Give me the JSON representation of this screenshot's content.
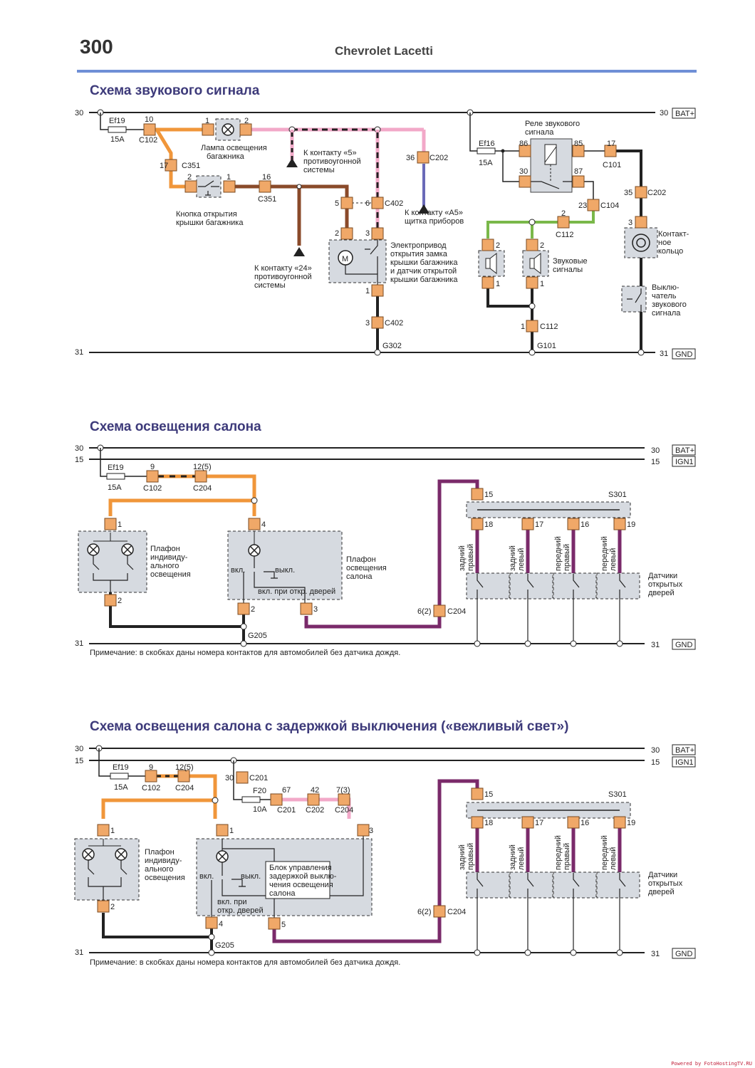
{
  "page": {
    "page_number": "300",
    "book_title": "Chevrolet Lacetti",
    "footer": "Powered by FotoHostingTV.RU"
  },
  "colors": {
    "rule": "#6f8fd6",
    "title": "#3d3a7a",
    "wire_orange": "#f0963a",
    "wire_brown": "#8a4a2a",
    "wire_pink": "#f2a8c8",
    "wire_blue": "#6a6ab8",
    "wire_green": "#7ab84a",
    "wire_black": "#222222",
    "wire_violet": "#7a2a6a",
    "connector": "#f0a868",
    "component_fill": "#d6dae0"
  },
  "rails": {
    "r30": "30",
    "r15": "15",
    "r31": "31",
    "bat": "BAT+",
    "ign": "IGN1",
    "gnd": "GND"
  },
  "horn": {
    "title": "Схема звукового сигнала",
    "ef19": "Ef19",
    "ef19_rating": "15A",
    "c102_pin": "10",
    "c102": "C102",
    "lamp_pin1": "1",
    "lamp_pin2": "2",
    "lamp_label": [
      "Лампа освещения",
      "багажника"
    ],
    "c351_pin17": "17",
    "c351": "C351",
    "btn_pin2": "2",
    "btn_pin1": "1",
    "btn_label": [
      "Кнопка открытия",
      "крышки багажника"
    ],
    "c351_pin16": "16",
    "anti_theft5": [
      "К контакту «5»",
      "противоугонной",
      "системы"
    ],
    "anti_theft24": [
      "К контакту «24»",
      "противоугонной",
      "системы"
    ],
    "c202_pin36": "36",
    "c202": "C202",
    "a5": [
      "К контакту «А5»",
      "щитка приборов"
    ],
    "c402": "C402",
    "c402_pin5": "5",
    "c402_pin6": "6",
    "c402_pin3": "3",
    "act_pin2": "2",
    "act_pin3": "3",
    "act_pin1": "1",
    "motor": "M",
    "act_label": [
      "Электропривод",
      "открытия замка",
      "крышки багажника",
      "и датчик открытой",
      "крышки багажника"
    ],
    "g302": "G302",
    "relay_label": [
      "Реле звукового",
      "сигнала"
    ],
    "ef16": "Ef16",
    "ef16_rating": "15A",
    "r86": "86",
    "r85": "85",
    "r30": "30",
    "r87": "87",
    "c101_pin": "17",
    "c101": "C101",
    "c202_pin35": "35",
    "c104_pin": "23",
    "c104": "C104",
    "c112_pin2": "2",
    "c112": "C112",
    "c112_pin1": "1",
    "spk_pin2": "2",
    "spk_pin1": "1",
    "speakers_label": [
      "Звуковые",
      "сигналы"
    ],
    "ring_pin": "3",
    "ring_label": [
      "Контакт-",
      "ное",
      "кольцо"
    ],
    "horn_switch_label": [
      "Выклю-",
      "чатель",
      "звукового",
      "сигнала"
    ],
    "g101": "G101"
  },
  "interior": {
    "title": "Схема освещения салона",
    "ef19": "Ef19",
    "ef19_rating": "15A",
    "c102_pin": "9",
    "c102": "C102",
    "c204_pin": "12(5)",
    "c204": "C204",
    "indiv_pin1": "1",
    "indiv_pin2": "2",
    "indiv_label": [
      "Плафон",
      "индивиду-",
      "ального",
      "освещения"
    ],
    "dome_pin4": "4",
    "dome_pin2": "2",
    "dome_pin3": "3",
    "on": "вкл.",
    "off": "выкл.",
    "door_on": "вкл. при откр. дверей",
    "dome_label": [
      "Плафон",
      "освещения",
      "салона"
    ],
    "c204_pin62": "6(2)",
    "g205": "G205",
    "s301": "S301",
    "s301_pin15": "15",
    "door_pins": [
      "18",
      "17",
      "16",
      "19"
    ],
    "doors": [
      [
        "задний",
        "правый"
      ],
      [
        "задний",
        "левый"
      ],
      [
        "передний",
        "правый"
      ],
      [
        "передний",
        "левый"
      ]
    ],
    "sensors_label": [
      "Датчики",
      "открытых",
      "дверей"
    ],
    "note": "Примечание: в скобках даны номера контактов для автомобилей без датчика дождя."
  },
  "delay": {
    "title": "Схема освещения салона с задержкой выключения",
    "title_suffix": "(«вежливый свет»)",
    "ef19": "Ef19",
    "ef19_rating": "15A",
    "c102_pin": "9",
    "c102": "C102",
    "c204_pin": "12(5)",
    "c204": "C204",
    "c201_pin30": "30",
    "c201": "C201",
    "f20": "F20",
    "f20_rating": "10A",
    "c201_pin67": "67",
    "c202_pin42": "42",
    "c202": "C202",
    "c204_pin73": "7(3)",
    "indiv_pin1": "1",
    "indiv_pin2": "2",
    "indiv_label": [
      "Плафон",
      "индивиду-",
      "ального",
      "освещения"
    ],
    "dome_pin1": "1",
    "dome_pin3": "3",
    "dome_pin4": "4",
    "dome_pin5": "5",
    "on": "вкл.",
    "off": "выкл.",
    "door_on": [
      "вкл. при",
      "откр. дверей"
    ],
    "ctrl_label": [
      "Блок управления",
      "задержкой выклю-",
      "чения освещения",
      "салона"
    ],
    "c204_pin62": "6(2)",
    "g205": "G205",
    "s301": "S301",
    "s301_pin15": "15",
    "door_pins": [
      "18",
      "17",
      "16",
      "19"
    ],
    "doors": [
      [
        "задний",
        "правый"
      ],
      [
        "задний",
        "левый"
      ],
      [
        "передний",
        "правый"
      ],
      [
        "передний",
        "левый"
      ]
    ],
    "sensors_label": [
      "Датчики",
      "открытых",
      "дверей"
    ],
    "note": "Примечание: в скобках даны номера контактов для автомобилей без датчика дождя."
  }
}
